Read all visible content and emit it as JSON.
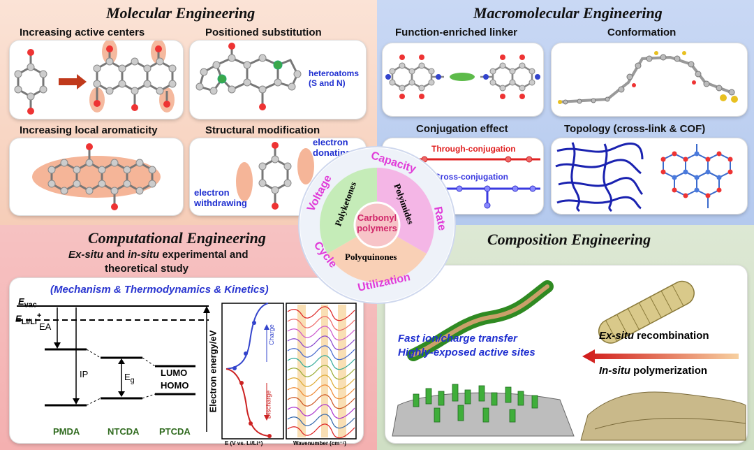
{
  "molecular": {
    "title": "Molecular Engineering",
    "p1": "Increasing active centers",
    "p2": "Positioned substitution",
    "p2_note": "heteroatoms (S and N)",
    "p3": "Increasing local aromaticity",
    "p4": "Structural modification",
    "p4_donating": "electron donating",
    "p4_withdrawing": "electron withdrawing"
  },
  "macromolecular": {
    "title": "Macromolecular Engineering",
    "p1": "Function-enriched linker",
    "p2": "Conformation",
    "p3": "Conjugation effect",
    "p3_through": "Through-conjugation",
    "p3_cross": "Cross-conjugation",
    "p4": "Topology (cross-link & COF)"
  },
  "computational": {
    "title": "Computational Engineering",
    "subtitle_1": "Ex-situ",
    "subtitle_2": " and ",
    "subtitle_3": "in-situ",
    "subtitle_4": " experimental and",
    "subtitle_5": "theoretical study",
    "mechanism": "(Mechanism & Thermodynamics & Kinetics)",
    "evac": "E",
    "evac_sub": "vac",
    "eli": "E",
    "eli_sub": "Li/Li",
    "eli_sup": "+",
    "ea": "EA",
    "ip": "IP",
    "eg": "E",
    "eg_sub": "g",
    "lumo": "LUMO",
    "homo": "HOMO",
    "pmda": "PMDA",
    "ntcda": "NTCDA",
    "ptcda": "PTCDA",
    "ylabel": "Electron energy/eV",
    "charge": "Charge",
    "discharge": "Discharge",
    "xlabel_cv": "E (V vs. Li/Li⁺)",
    "xlabel_ir": "Wavenumber (cm⁻¹)"
  },
  "composition": {
    "title": "Composition Engineering",
    "fast": "Fast ion/charge transfer",
    "exposed": "Highly-exposed active sites",
    "exsitu": "Ex-situ",
    "recombination": " recombination",
    "insitu": "In-situ",
    "polymerization": " polymerization"
  },
  "center": {
    "core_1": "Carbonyl",
    "core_2": "polymers",
    "polyketones": "Polyketones",
    "polyimides": "Polyimides",
    "polyquinones": "Polyquinones",
    "capacity": "Capacity",
    "rate": "Rate",
    "utilization": "Utilization",
    "cycle": "Cycle",
    "voltage": "Voltage"
  },
  "colors": {
    "accent_magenta": "#e03bd8",
    "label_blue": "#1f2fd0",
    "through_red": "#e02020",
    "cross_blue": "#3a3ae0"
  }
}
